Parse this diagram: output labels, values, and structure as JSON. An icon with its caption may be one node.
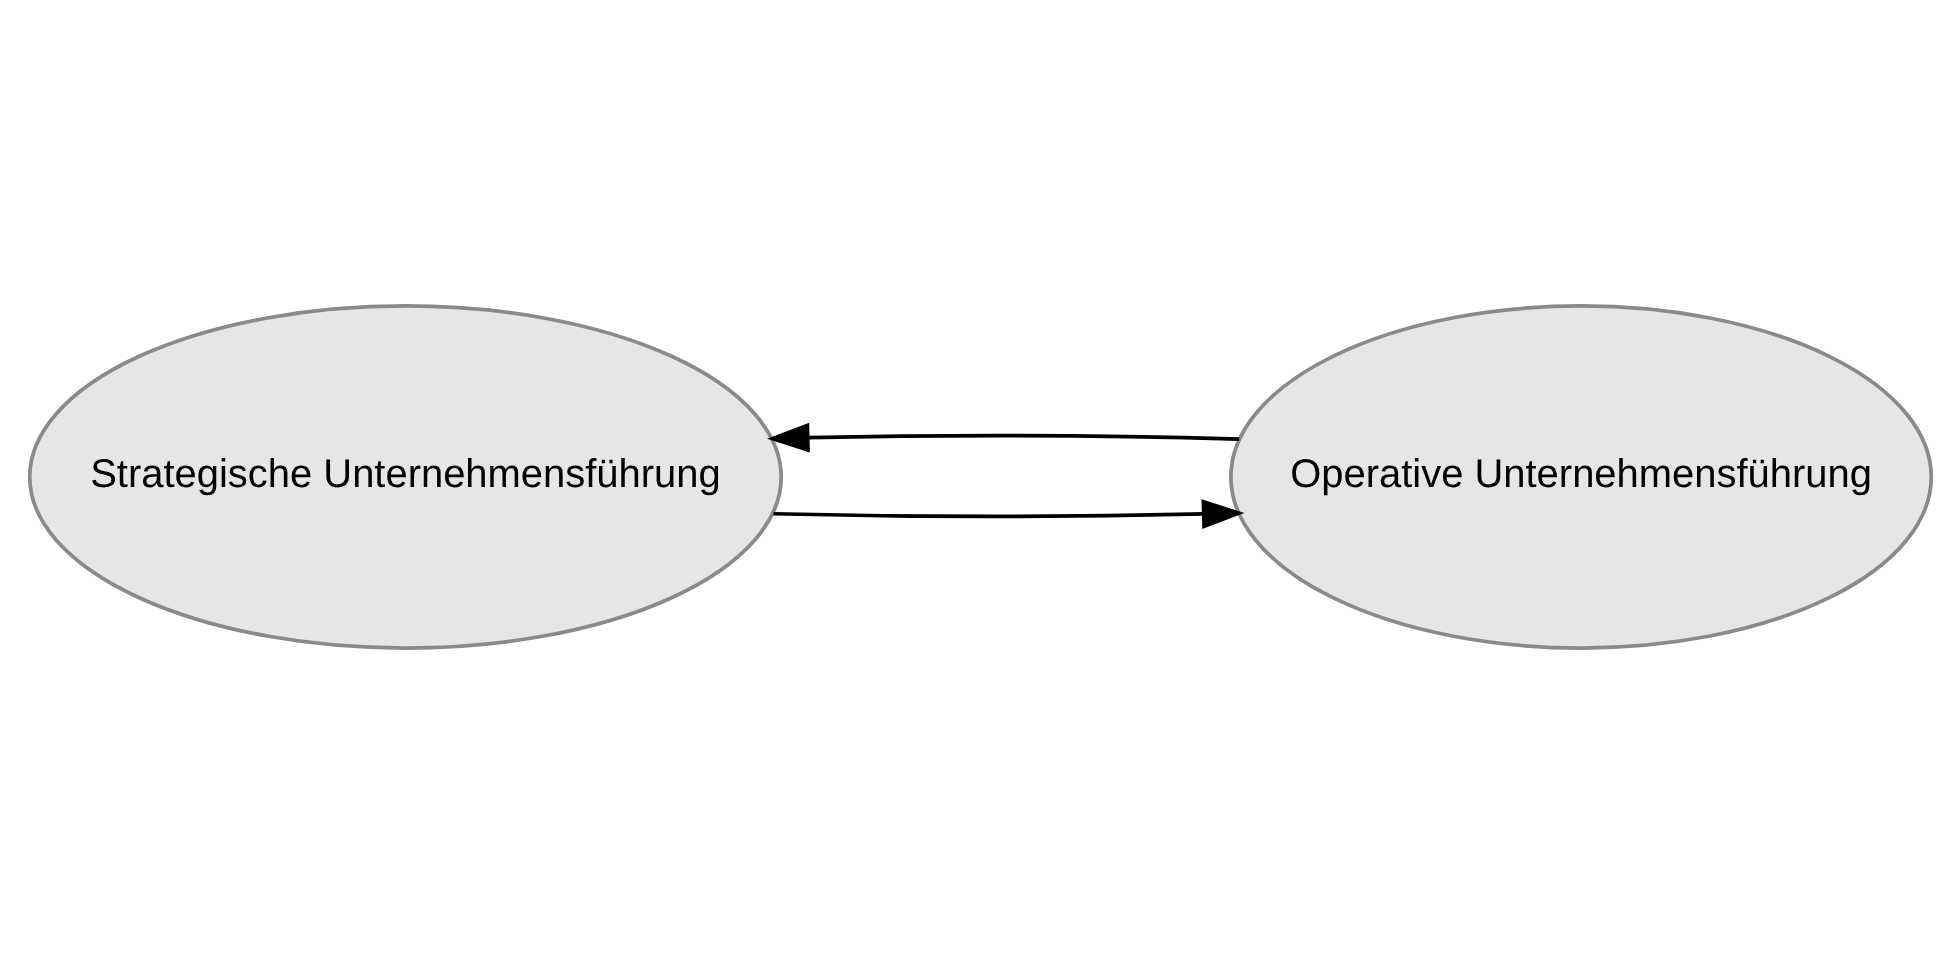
{
  "diagram": {
    "nodes": [
      {
        "text": [
          "Strategische Unternehmensführung"
        ]
      },
      {
        "text": [
          "Operative Unternehmensführung"
        ]
      }
    ],
    "edges": [
      {
        "from": 0,
        "to": 1,
        "arrow": "to"
      },
      {
        "from": 1,
        "to": 0,
        "arrow": "to"
      }
    ]
  }
}
